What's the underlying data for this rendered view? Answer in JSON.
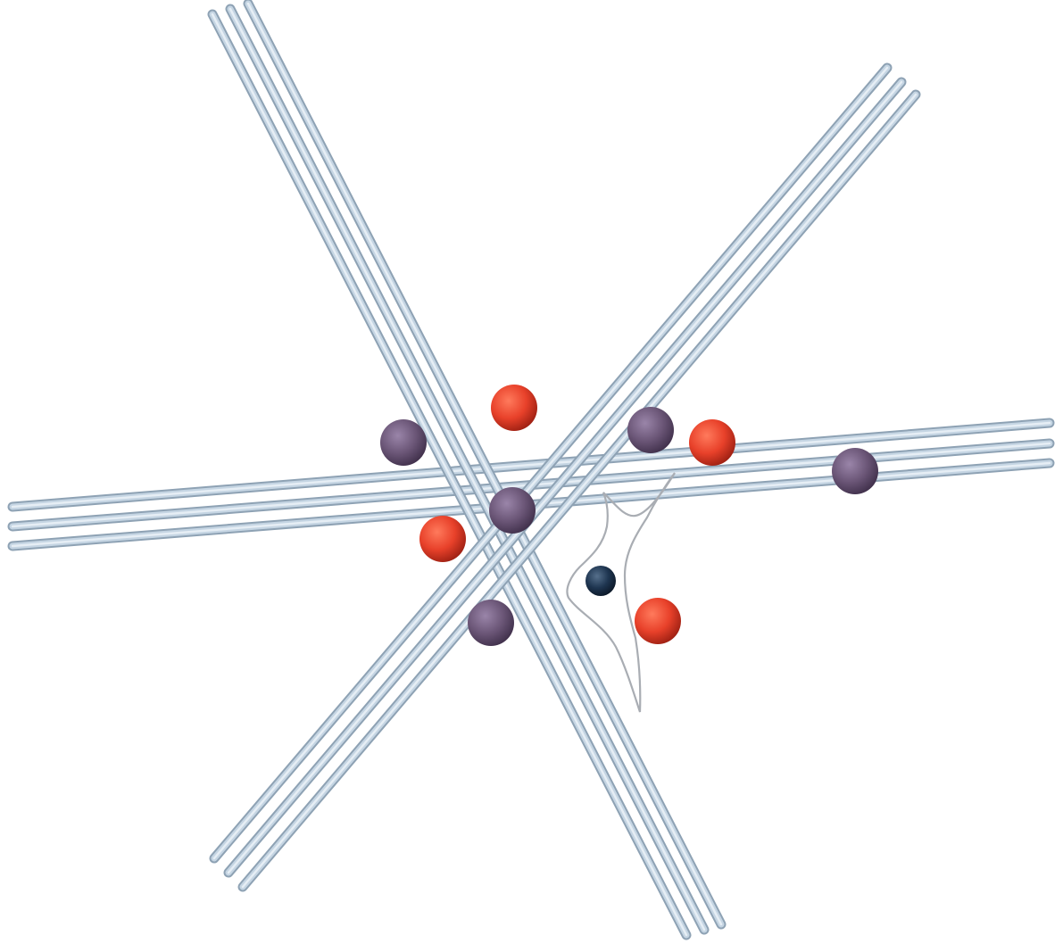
{
  "diagram": {
    "description_text": "",
    "colors": {
      "background": "#ffffff",
      "rod_outer": "#8ea2b4",
      "rod_inner": "#c5d5e3",
      "rod_highlight": "#e6eef5",
      "sphere_purple_light": "#9a85a9",
      "sphere_purple_mid": "#6b5677",
      "sphere_purple_dark": "#3f2f4a",
      "sphere_red_light": "#ff7a5c",
      "sphere_red_mid": "#e8412a",
      "sphere_red_dark": "#9c1f12",
      "sphere_navy_light": "#56708c",
      "sphere_navy_mid": "#1e3550",
      "sphere_navy_dark": "#0b1726",
      "contour": "#a9adb3"
    },
    "rod_groups": [
      {
        "name": "rod-group-horizontal",
        "rods": 3
      },
      {
        "name": "rod-group-steep",
        "rods": 3
      },
      {
        "name": "rod-group-diagonal",
        "rods": 3
      }
    ],
    "spheres": [
      {
        "name": "purple-sphere",
        "kind": "purple"
      },
      {
        "name": "purple-sphere",
        "kind": "purple"
      },
      {
        "name": "purple-sphere",
        "kind": "purple"
      },
      {
        "name": "purple-sphere",
        "kind": "purple"
      },
      {
        "name": "purple-sphere",
        "kind": "purple"
      },
      {
        "name": "red-sphere",
        "kind": "red"
      },
      {
        "name": "red-sphere",
        "kind": "red"
      },
      {
        "name": "red-sphere",
        "kind": "red"
      },
      {
        "name": "red-sphere",
        "kind": "red"
      },
      {
        "name": "navy-sphere",
        "kind": "navy"
      }
    ],
    "contour": {
      "name": "potential-contour"
    }
  }
}
